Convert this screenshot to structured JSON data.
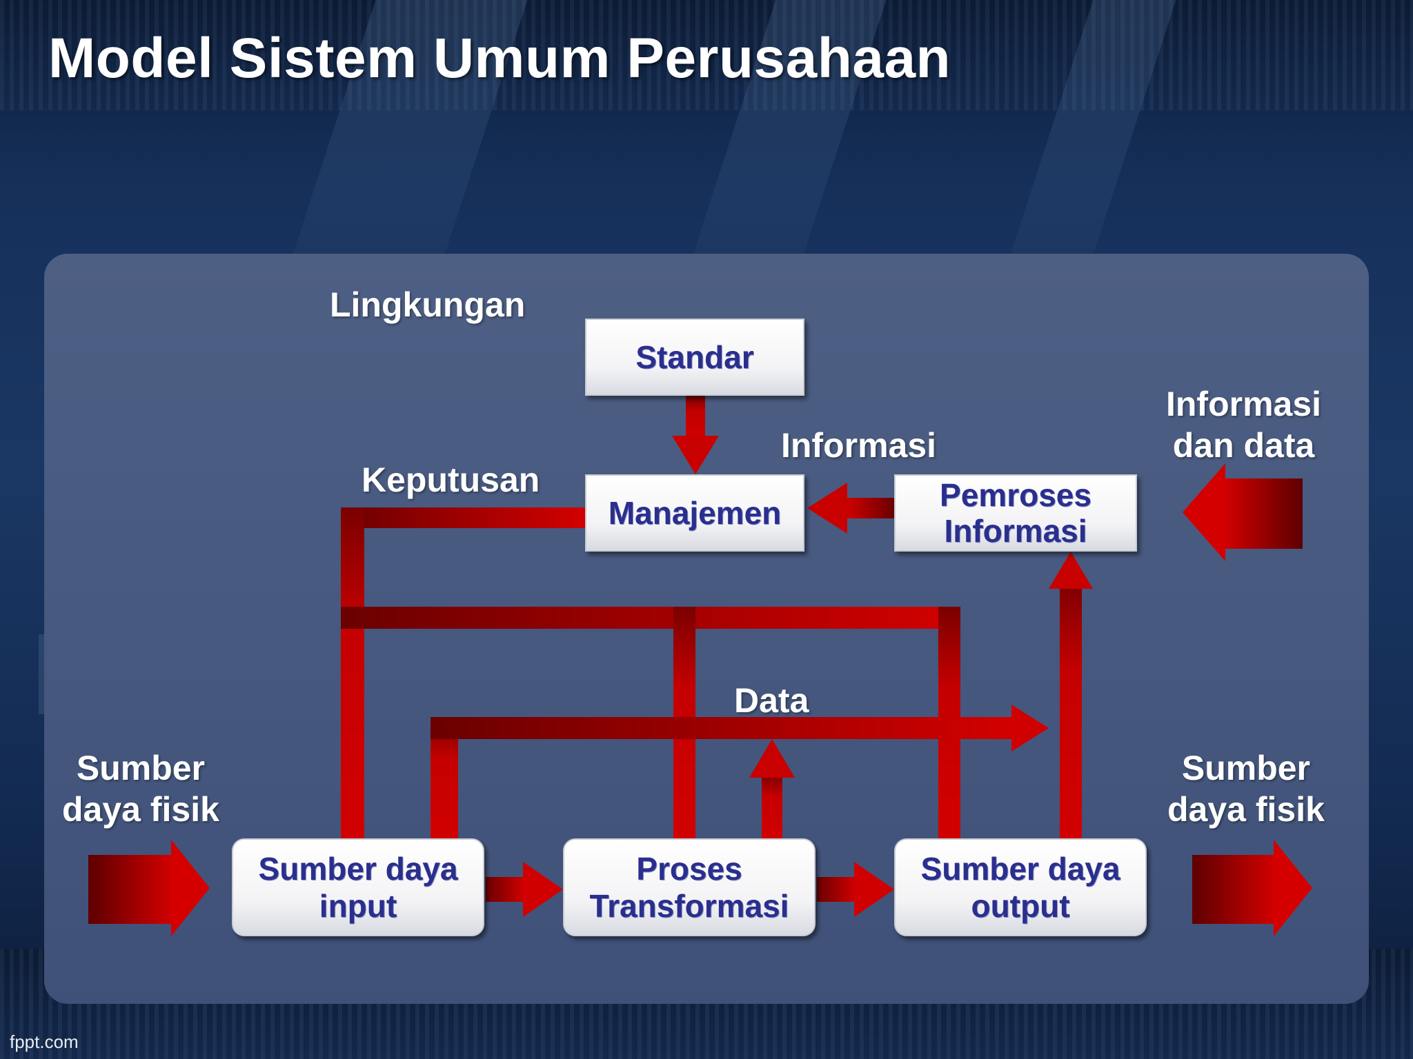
{
  "slide": {
    "title": "Model Sistem Umum Perusahaan",
    "watermark": "fppt.com"
  },
  "diagram": {
    "boxes": {
      "standar": "Standar",
      "manajemen": "Manajemen",
      "pemroses_informasi": "Pemroses\nInformasi",
      "sumber_daya_input": "Sumber daya\ninput",
      "proses_transformasi": "Proses\nTransformasi",
      "sumber_daya_output": "Sumber daya\noutput"
    },
    "labels": {
      "lingkungan": "Lingkungan",
      "keputusan": "Keputusan",
      "informasi": "Informasi",
      "informasi_dan_data": "Informasi\ndan data",
      "data": "Data",
      "sumber_daya_fisik_left": "Sumber\ndaya fisik",
      "sumber_daya_fisik_right": "Sumber\ndaya fisik"
    },
    "colors": {
      "arrow_red": "#cc0000",
      "arrow_dark_red": "#6e0000",
      "box_text": "#2a2f8e"
    }
  }
}
